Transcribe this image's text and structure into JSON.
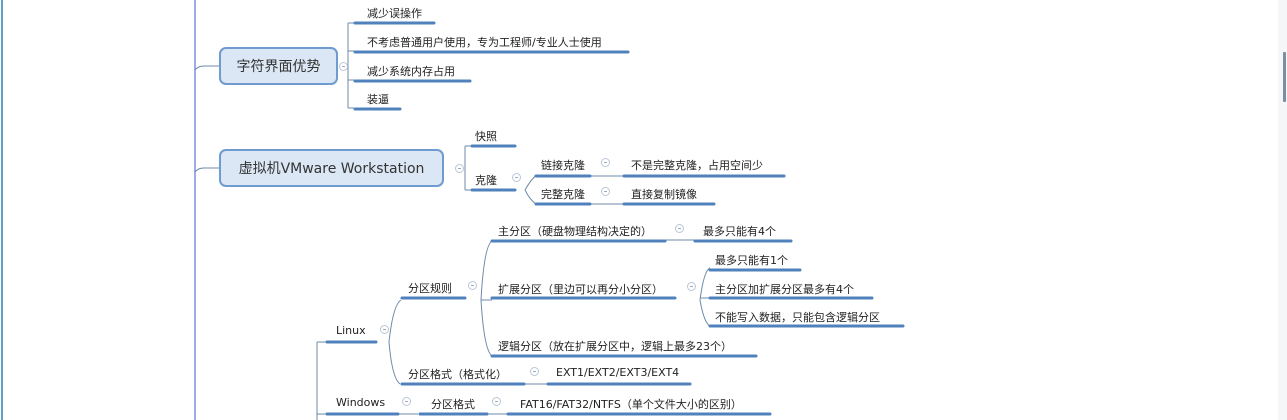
{
  "mindmap": {
    "topic1": {
      "label": "字符界面优势",
      "children": [
        "减少误操作",
        "不考虑普通用户使用，专为工程师/专业人士使用",
        "减少系统内存占用",
        "装逼"
      ]
    },
    "topic2": {
      "label": "虚拟机VMware Workstation",
      "children": [
        {
          "label": "快照"
        },
        {
          "label": "克隆",
          "children": [
            {
              "label": "链接克隆",
              "detail": "不是完整克隆，占用空间少"
            },
            {
              "label": "完整克隆",
              "detail": "直接复制镜像"
            }
          ]
        }
      ]
    },
    "partition": {
      "linux": {
        "label": "Linux",
        "rules": {
          "label": "分区规则",
          "primary": {
            "label": "主分区（硬盘物理结构决定的）",
            "detail": "最多只能有4个"
          },
          "extended": {
            "label": "扩展分区（里边可以再分小分区）",
            "details": [
              "最多只能有1个",
              "主分区加扩展分区最多有4个",
              "不能写入数据，只能包含逻辑分区"
            ]
          },
          "logical": {
            "label": "逻辑分区（放在扩展分区中，逻辑上最多23个）"
          }
        },
        "format": {
          "label": "分区格式（格式化）",
          "detail": "EXT1/EXT2/EXT3/EXT4"
        }
      },
      "windows": {
        "label": "Windows",
        "format": {
          "label": "分区格式",
          "detail": "FAT16/FAT32/NTFS（单个文件大小的区别）"
        }
      }
    }
  },
  "colors": {
    "line": "#4f81bd",
    "topic_fill": "#dbe7f4",
    "topic_border": "#6f9bcf",
    "trunk": "#7d8fe0"
  }
}
